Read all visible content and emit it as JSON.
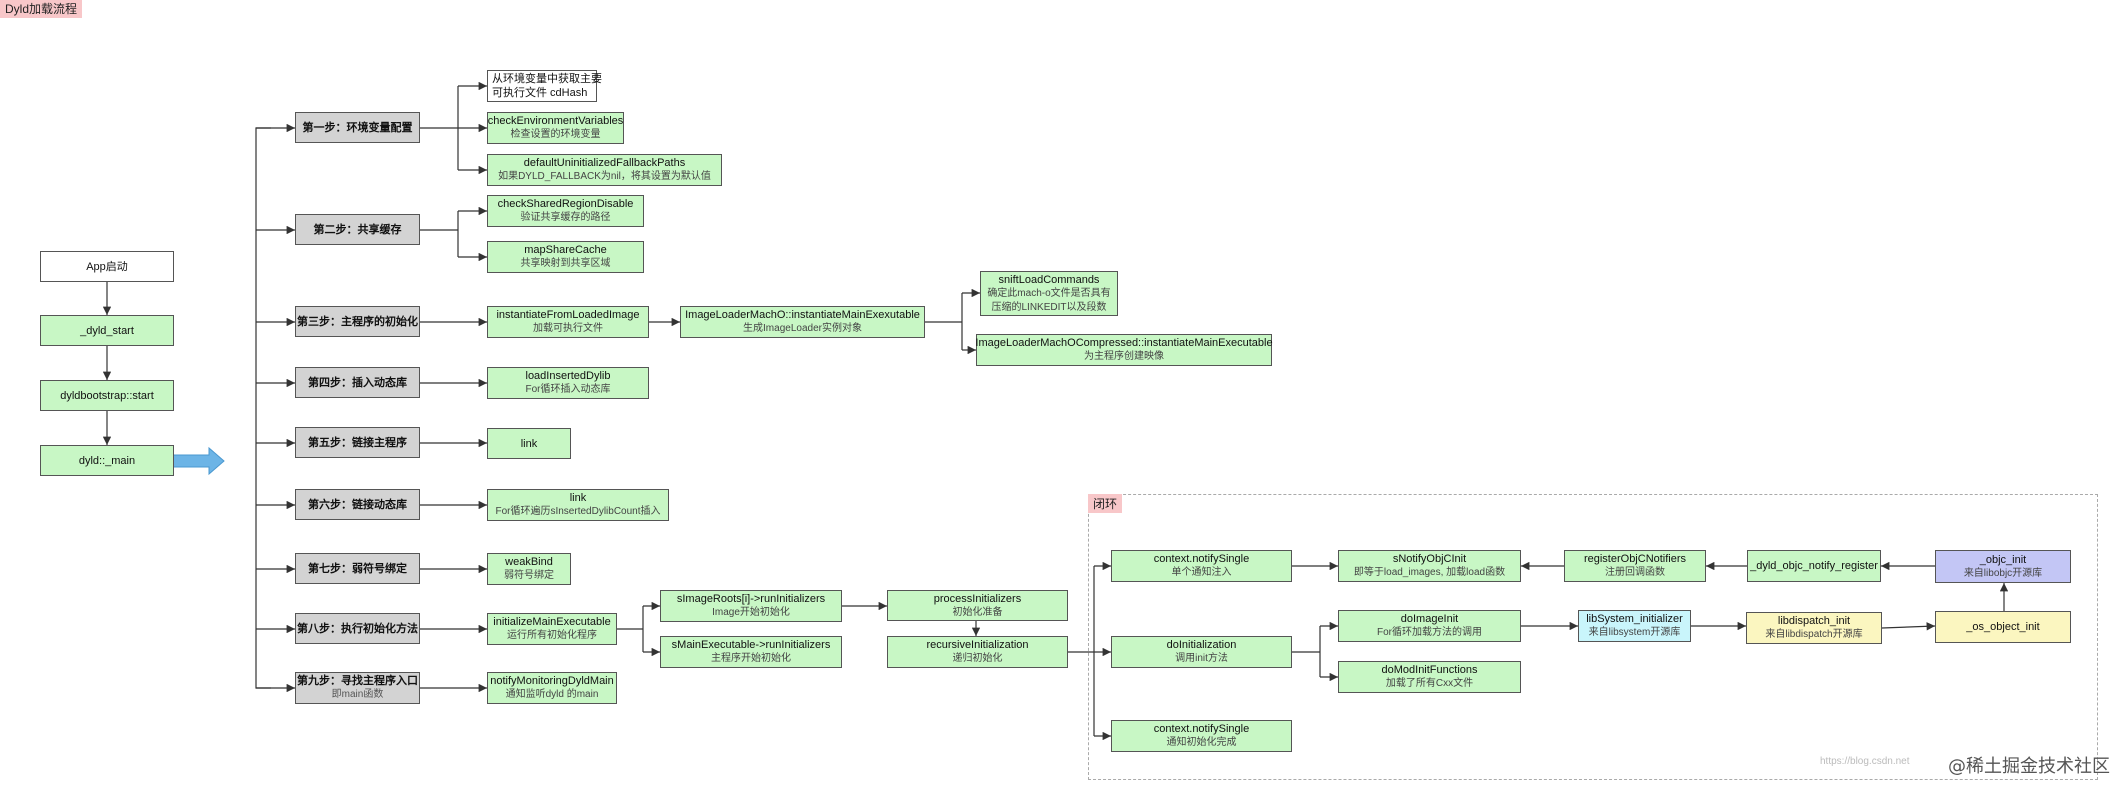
{
  "page_title": "Dyld加载流程",
  "loop_label": "闭环",
  "watermark": "https://blog.csdn.net",
  "brand": "@稀土掘金技术社区",
  "colors": {
    "white": "#ffffff",
    "green": "#c8f7c5",
    "gray": "#d3d3d3",
    "cyan": "#c9f5fb",
    "yellow": "#fbf6c0",
    "purple": "#c3c6f5",
    "arrow_blue": "#6cb4e6",
    "tag_pink": "#f8c7c9"
  },
  "nodes": {
    "app_start": {
      "title": "App启动",
      "sub": ""
    },
    "dyld_start": {
      "title": "_dyld_start",
      "sub": ""
    },
    "dyldbootstrap": {
      "title": "dyldbootstrap::start",
      "sub": ""
    },
    "dyld_main": {
      "title": "dyld::_main",
      "sub": ""
    },
    "step1": {
      "title": "第一步：环境变量配置",
      "sub": ""
    },
    "step2": {
      "title": "第二步：共享缓存",
      "sub": ""
    },
    "step3": {
      "title": "第三步：主程序的初始化",
      "sub": ""
    },
    "step4": {
      "title": "第四步：插入动态库",
      "sub": ""
    },
    "step5": {
      "title": "第五步：链接主程序",
      "sub": ""
    },
    "step6": {
      "title": "第六步：链接动态库",
      "sub": ""
    },
    "step7": {
      "title": "第七步：弱符号绑定",
      "sub": ""
    },
    "step8": {
      "title": "第八步：执行初始化方法",
      "sub": ""
    },
    "step9": {
      "title": "第九步：寻找主程序入口",
      "sub": "即main函数"
    },
    "env_cdhash": {
      "title": "从环境变量中获取主要",
      "sub": "可执行文件 cdHash"
    },
    "check_env": {
      "title": "checkEnvironmentVariables",
      "sub": "检查设置的环境变量"
    },
    "default_fallback": {
      "title": "defaultUninitializedFallbackPaths",
      "sub": "如果DYLD_FALLBACK为nil，将其设置为默认值"
    },
    "check_shared": {
      "title": "checkSharedRegionDisable",
      "sub": "验证共享缓存的路径"
    },
    "map_cache": {
      "title": "mapShareCache",
      "sub": "共享映射到共享区域"
    },
    "instantiate_loaded": {
      "title": "instantiateFromLoadedImage",
      "sub": "加载可执行文件"
    },
    "imageloader_macho": {
      "title": "ImageLoaderMachO::instantiateMainExexutable",
      "sub": "生成ImageLoader实例对象"
    },
    "sniff_load": {
      "title": "sniftLoadCommands",
      "sub": "确定此mach-o文件是否具有\n压缩的LINKEDIT以及段数"
    },
    "imageloader_compressed": {
      "title": "ImageLoaderMachOCompressed::instantiateMainExecutable",
      "sub": "为主程序创建映像"
    },
    "load_inserted": {
      "title": "loadInsertedDylib",
      "sub": "For循环插入动态库"
    },
    "link_main": {
      "title": "link",
      "sub": ""
    },
    "link_dylib": {
      "title": "link",
      "sub": "For循环遍历sInsertedDylibCount插入"
    },
    "weak_bind": {
      "title": "weakBind",
      "sub": "弱符号绑定"
    },
    "init_main_exec": {
      "title": "initializeMainExecutable",
      "sub": "运行所有初始化程序"
    },
    "simage_roots": {
      "title": "sImageRoots[i]->runInitializers",
      "sub": "Image开始初始化"
    },
    "smain_exec": {
      "title": "sMainExecutable->runInitializers",
      "sub": "主程序开始初始化"
    },
    "process_init": {
      "title": "processInitializers",
      "sub": "初始化准备"
    },
    "recursive_init": {
      "title": "recursiveInitialization",
      "sub": "递归初始化"
    },
    "notify_monitoring": {
      "title": "notifyMonitoringDyldMain",
      "sub": "通知监听dyld 的main"
    },
    "ctx_notify1": {
      "title": "context.notifySingle",
      "sub": "单个通知注入"
    },
    "do_initialization": {
      "title": "doInitialization",
      "sub": "调用init方法"
    },
    "ctx_notify2": {
      "title": "context.notifySingle",
      "sub": "通知初始化完成"
    },
    "snotify_objc": {
      "title": "sNotifyObjCInit",
      "sub": "即等于load_images, 加载load函数"
    },
    "register_objc": {
      "title": "registerObjCNotifiers",
      "sub": "注册回调函数"
    },
    "dyld_objc_register": {
      "title": "_dyld_objc_notify_register",
      "sub": ""
    },
    "objc_init": {
      "title": "_objc_init",
      "sub": "来自libobjc开源库"
    },
    "do_image_init": {
      "title": "doImageInit",
      "sub": "For循环加载方法的调用"
    },
    "do_mod_init": {
      "title": "doModInitFunctions",
      "sub": "加载了所有Cxx文件"
    },
    "libsystem_init": {
      "title": "libSystem_initializer",
      "sub": "来自libsystem开源库"
    },
    "libdispatch_init": {
      "title": "libdispatch_init",
      "sub": "来自libdispatch开源库"
    },
    "os_object_init": {
      "title": "_os_object_init",
      "sub": ""
    }
  }
}
